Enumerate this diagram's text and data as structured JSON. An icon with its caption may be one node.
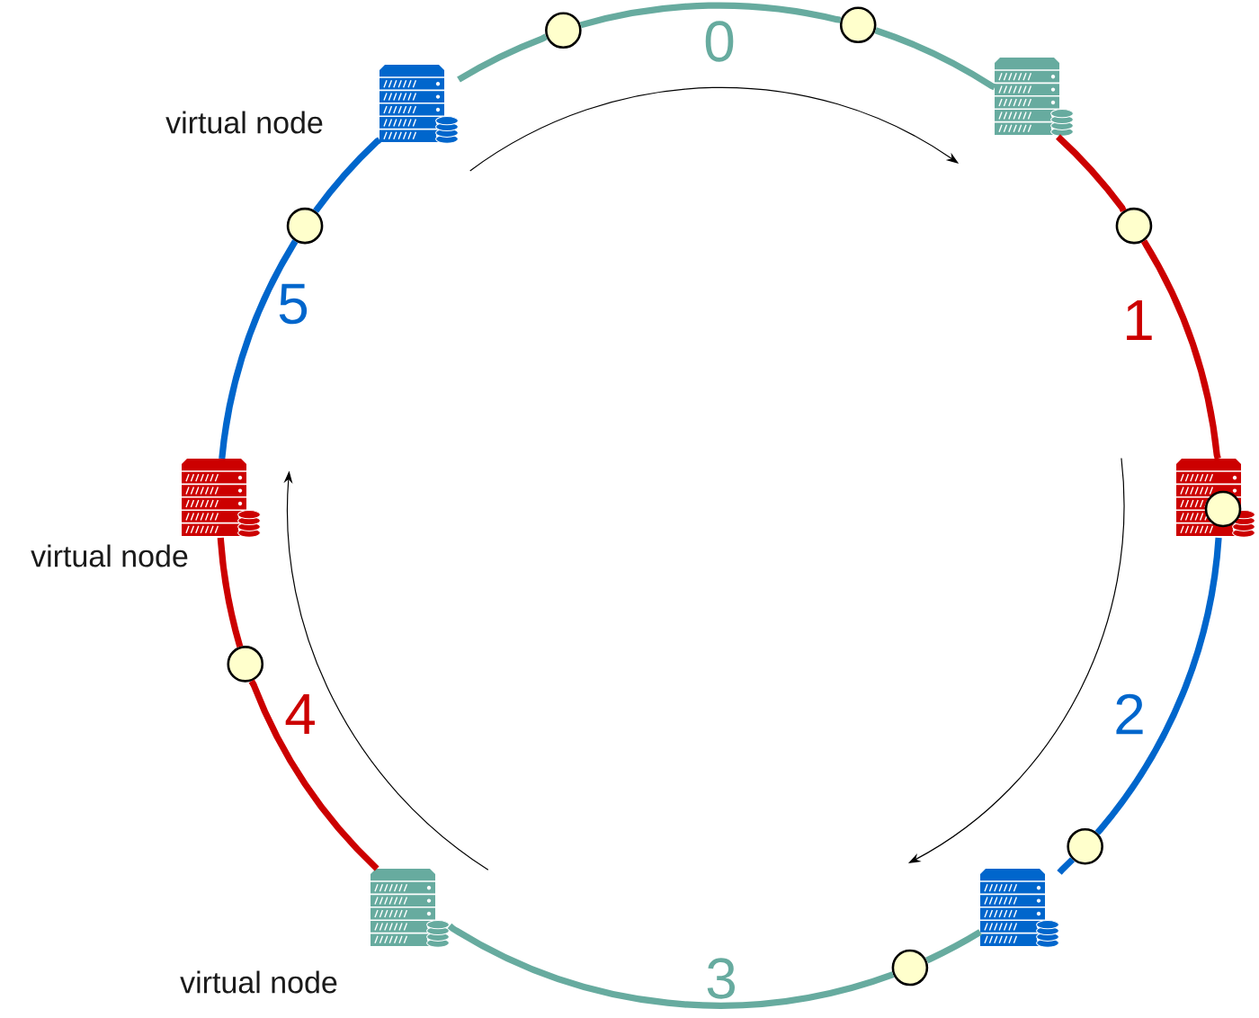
{
  "diagram": {
    "nodes": [
      {
        "text": [],
        "shape": "server",
        "beside": [
          "virtual node"
        ]
      },
      {
        "text": [],
        "shape": "server"
      },
      {
        "text": [],
        "shape": "server"
      },
      {
        "text": [],
        "shape": "server"
      },
      {
        "text": [],
        "shape": "server",
        "beside": [
          "virtual node"
        ]
      },
      {
        "text": [],
        "shape": "server",
        "beside": [
          "virtual node"
        ]
      },
      {
        "text": [],
        "shape": "circle"
      },
      {
        "text": [],
        "shape": "circle"
      },
      {
        "text": [],
        "shape": "circle"
      },
      {
        "text": [],
        "shape": "circle",
        "in": 2
      },
      {
        "text": [],
        "shape": "circle"
      },
      {
        "text": [],
        "shape": "circle"
      },
      {
        "text": [],
        "shape": "circle"
      },
      {
        "text": [],
        "shape": "circle"
      }
    ],
    "edges": [
      {
        "from": 0,
        "to": 6,
        "arrow": "none",
        "color": "#67ab9f"
      },
      {
        "from": 6,
        "to": 7,
        "arrow": "none",
        "label": "0",
        "color": "#67ab9f"
      },
      {
        "from": 7,
        "to": 1,
        "arrow": "none",
        "color": "#67ab9f"
      },
      {
        "from": 1,
        "to": 8,
        "arrow": "none",
        "color": "#cc0000"
      },
      {
        "from": 8,
        "to": 2,
        "arrow": "none",
        "label": "1",
        "color": "#cc0000"
      },
      {
        "from": 2,
        "to": 10,
        "arrow": "none",
        "label": "2",
        "color": "#0066cc"
      },
      {
        "from": 10,
        "to": 3,
        "arrow": "none",
        "color": "#0066cc"
      },
      {
        "from": 3,
        "to": 11,
        "arrow": "none",
        "color": "#67ab9f"
      },
      {
        "from": 11,
        "to": 4,
        "arrow": "none",
        "label": "3",
        "color": "#67ab9f"
      },
      {
        "from": 4,
        "to": 12,
        "arrow": "none",
        "label": "4",
        "color": "#cc0000"
      },
      {
        "from": 12,
        "to": 5,
        "arrow": "none",
        "color": "#cc0000"
      },
      {
        "from": 5,
        "to": 13,
        "arrow": "none",
        "label": "5",
        "color": "#0066cc"
      },
      {
        "from": 13,
        "to": 0,
        "arrow": "none",
        "color": "#0066cc"
      }
    ]
  }
}
